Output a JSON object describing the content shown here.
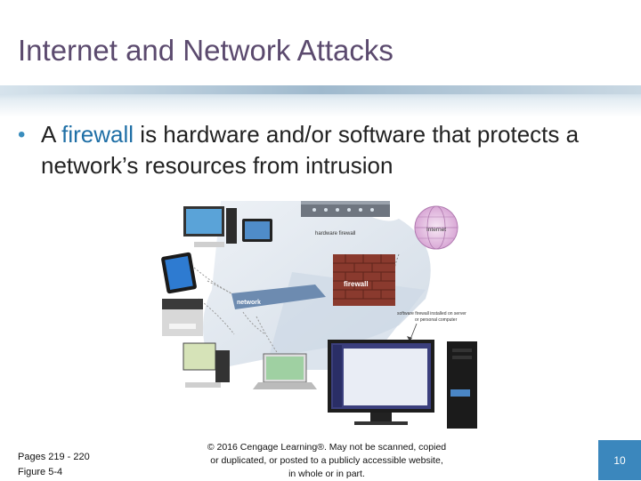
{
  "slide": {
    "title": "Internet and Network Attacks",
    "bullet_before": "A ",
    "bullet_keyword": "firewall",
    "bullet_after": " is hardware and/or software that protects a network’s resources from intrusion"
  },
  "figure": {
    "labels": {
      "hardware_firewall": "hardware firewall",
      "internet": "Internet",
      "firewall": "firewall",
      "network": "network",
      "software_firewall_1": "software firewall installed on server",
      "software_firewall_2": "or personal computer"
    }
  },
  "footer": {
    "pages": "Pages 219 - 220",
    "figure": "Figure 5-4",
    "copyright_1": "© 2016 Cengage Learning®. May not be scanned, copied",
    "copyright_2": "or duplicated, or posted to a publicly accessible website,",
    "copyright_3": "in whole or in part.",
    "page_number": "10"
  },
  "colors": {
    "title": "#5b4a6e",
    "keyword": "#1f6fa6",
    "page_badge": "#3b87bd"
  }
}
